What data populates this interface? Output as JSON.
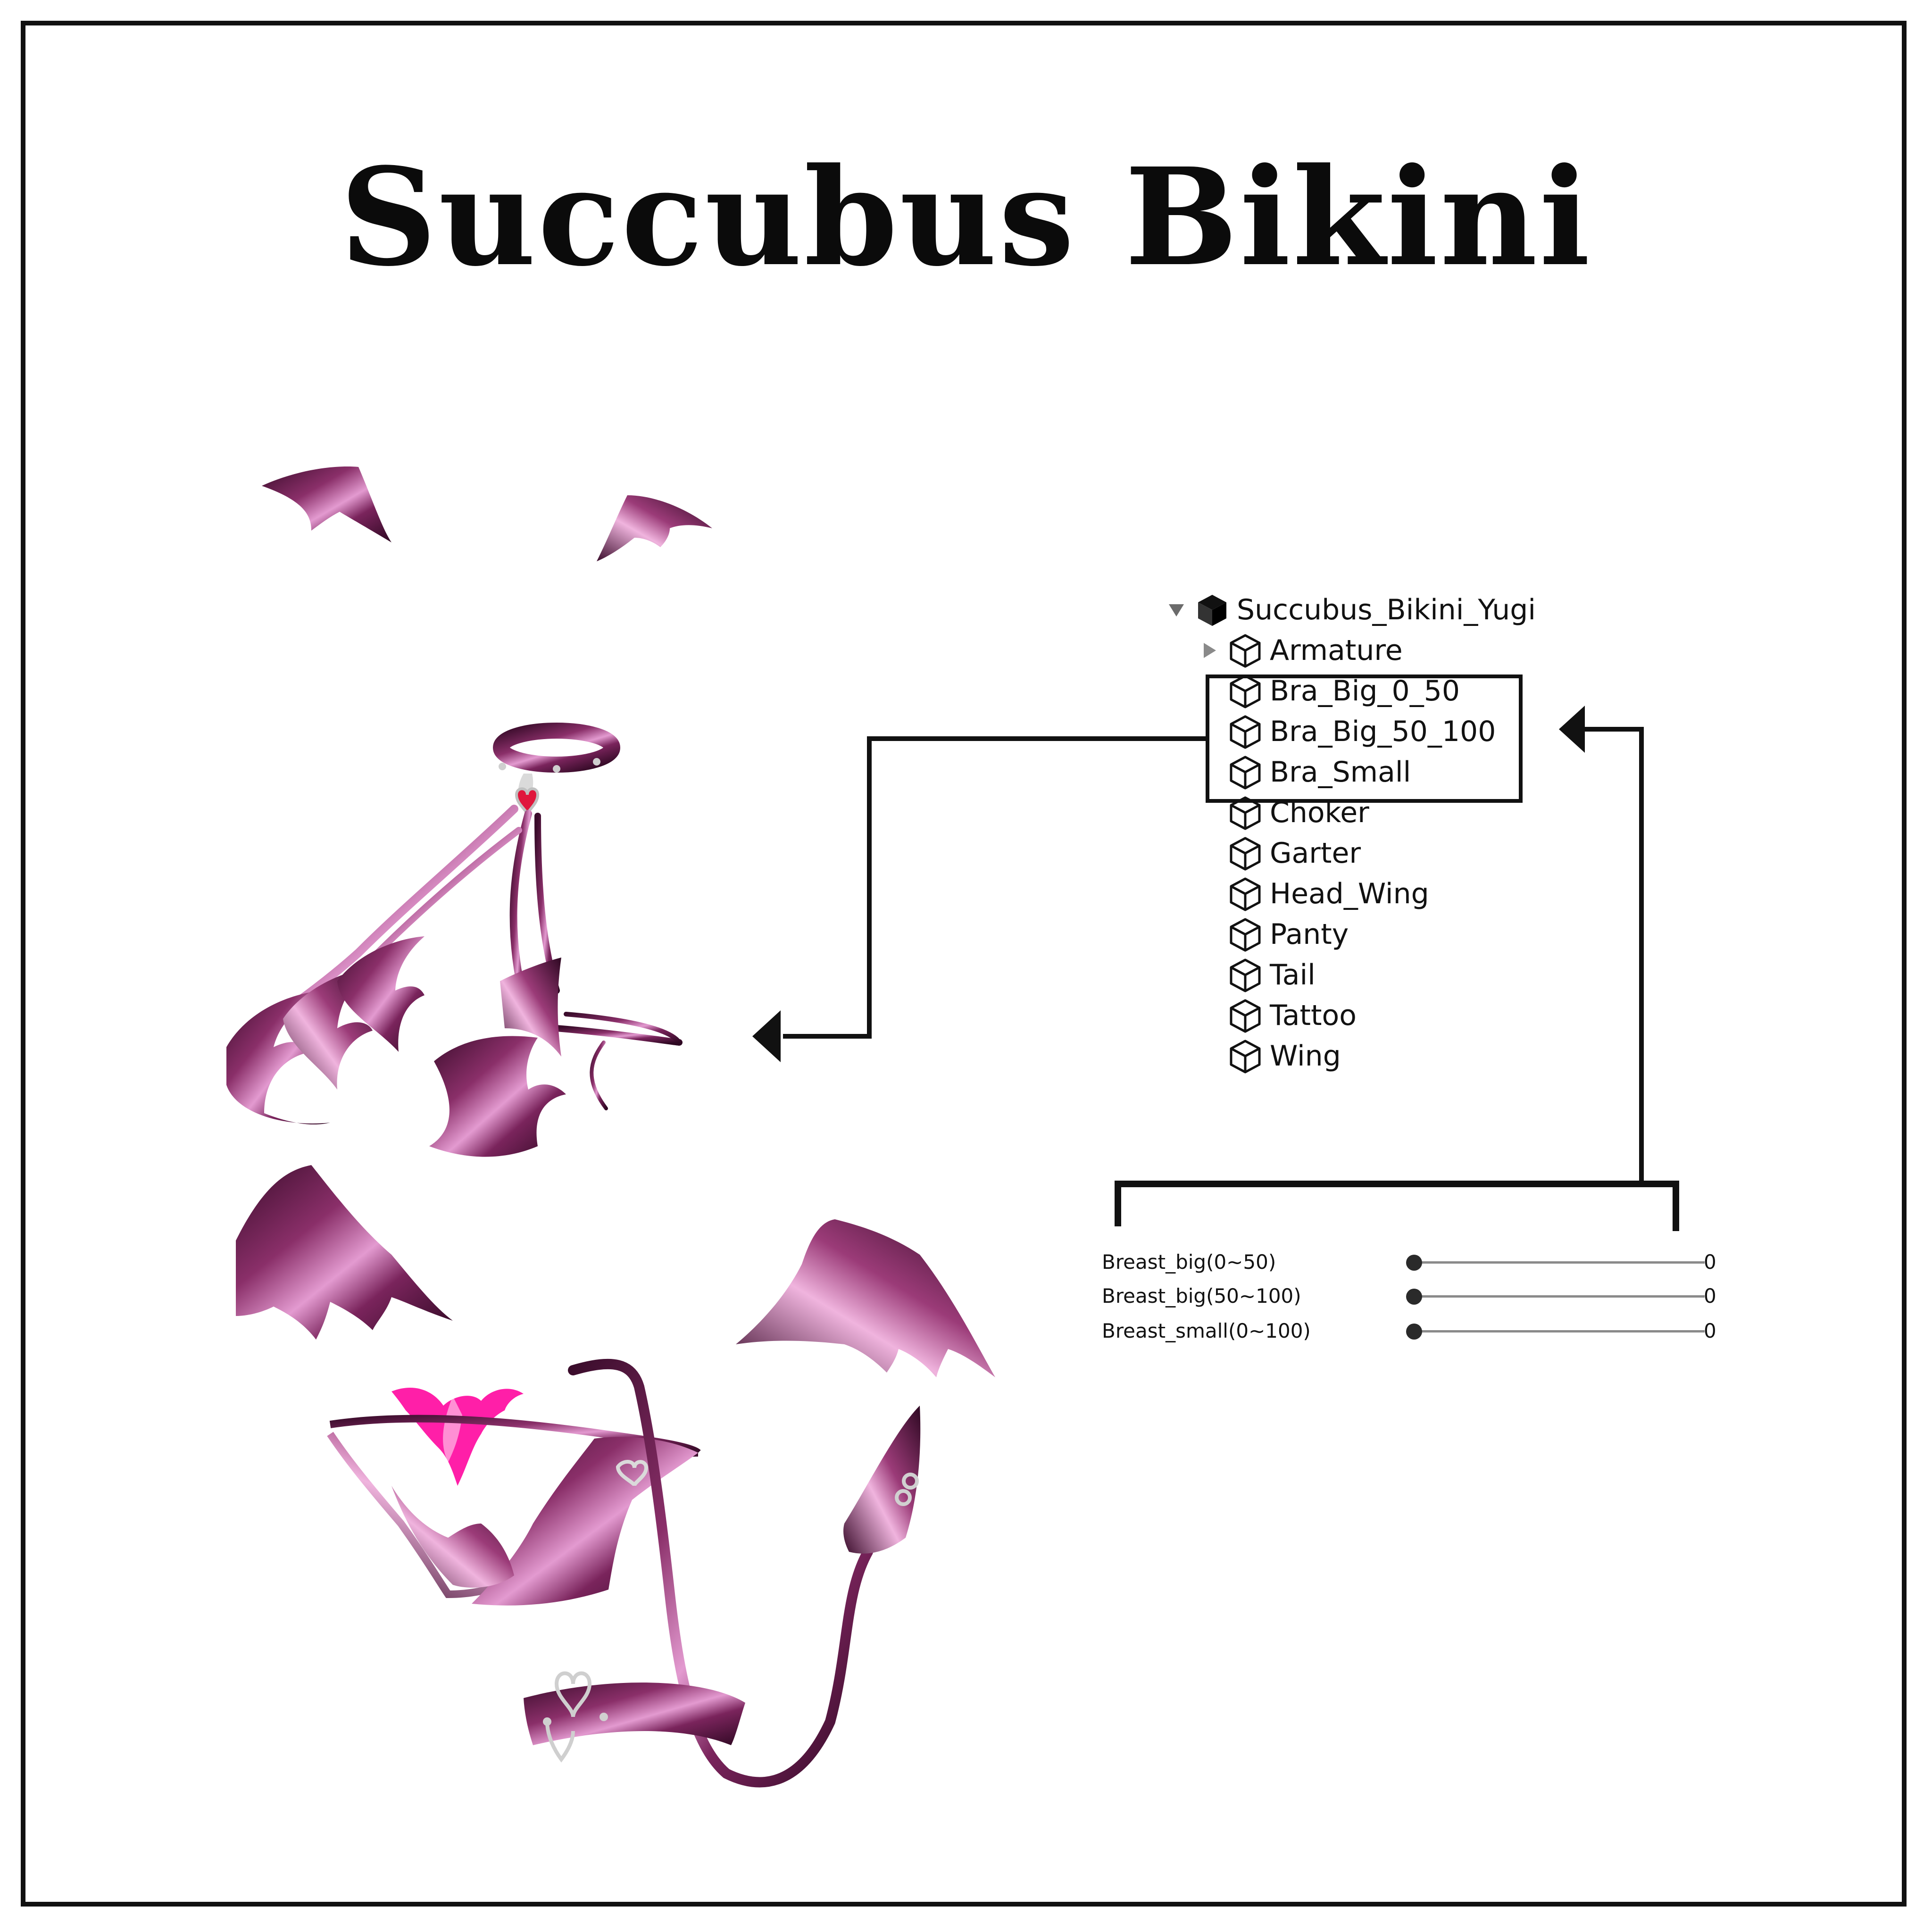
{
  "title": "Succubus Bikini",
  "hierarchy": {
    "root": {
      "label": "Succubus_Bikini_Yugi",
      "expanded": true,
      "icon": "cube-filled-icon"
    },
    "items": [
      {
        "label": "Armature",
        "has_children": true,
        "icon": "cube-outline-icon"
      },
      {
        "label": "Bra_Big_0_50",
        "icon": "cube-outline-icon",
        "highlighted": true
      },
      {
        "label": "Bra_Big_50_100",
        "icon": "cube-outline-icon",
        "highlighted": true
      },
      {
        "label": "Bra_Small",
        "icon": "cube-outline-icon",
        "highlighted": true
      },
      {
        "label": "Choker",
        "icon": "cube-outline-icon"
      },
      {
        "label": "Garter",
        "icon": "cube-outline-icon"
      },
      {
        "label": "Head_Wing",
        "icon": "cube-outline-icon"
      },
      {
        "label": "Panty",
        "icon": "cube-outline-icon"
      },
      {
        "label": "Tail",
        "icon": "cube-outline-icon"
      },
      {
        "label": "Tattoo",
        "icon": "cube-outline-icon"
      },
      {
        "label": "Wing",
        "icon": "cube-outline-icon"
      }
    ]
  },
  "blendshapes": [
    {
      "label": "Breast_big(0~50)",
      "value": "0",
      "fraction": 0
    },
    {
      "label": "Breast_big(50~100)",
      "value": "0",
      "fraction": 0
    },
    {
      "label": "Breast_small(0~100)",
      "value": "0",
      "fraction": 0
    }
  ],
  "colors": {
    "latex": "#6b1f4e",
    "latex_highlight": "#d77fb8",
    "latex_dark": "#3a0c2b",
    "tattoo": "#ff1fa8",
    "line": "#111111"
  }
}
